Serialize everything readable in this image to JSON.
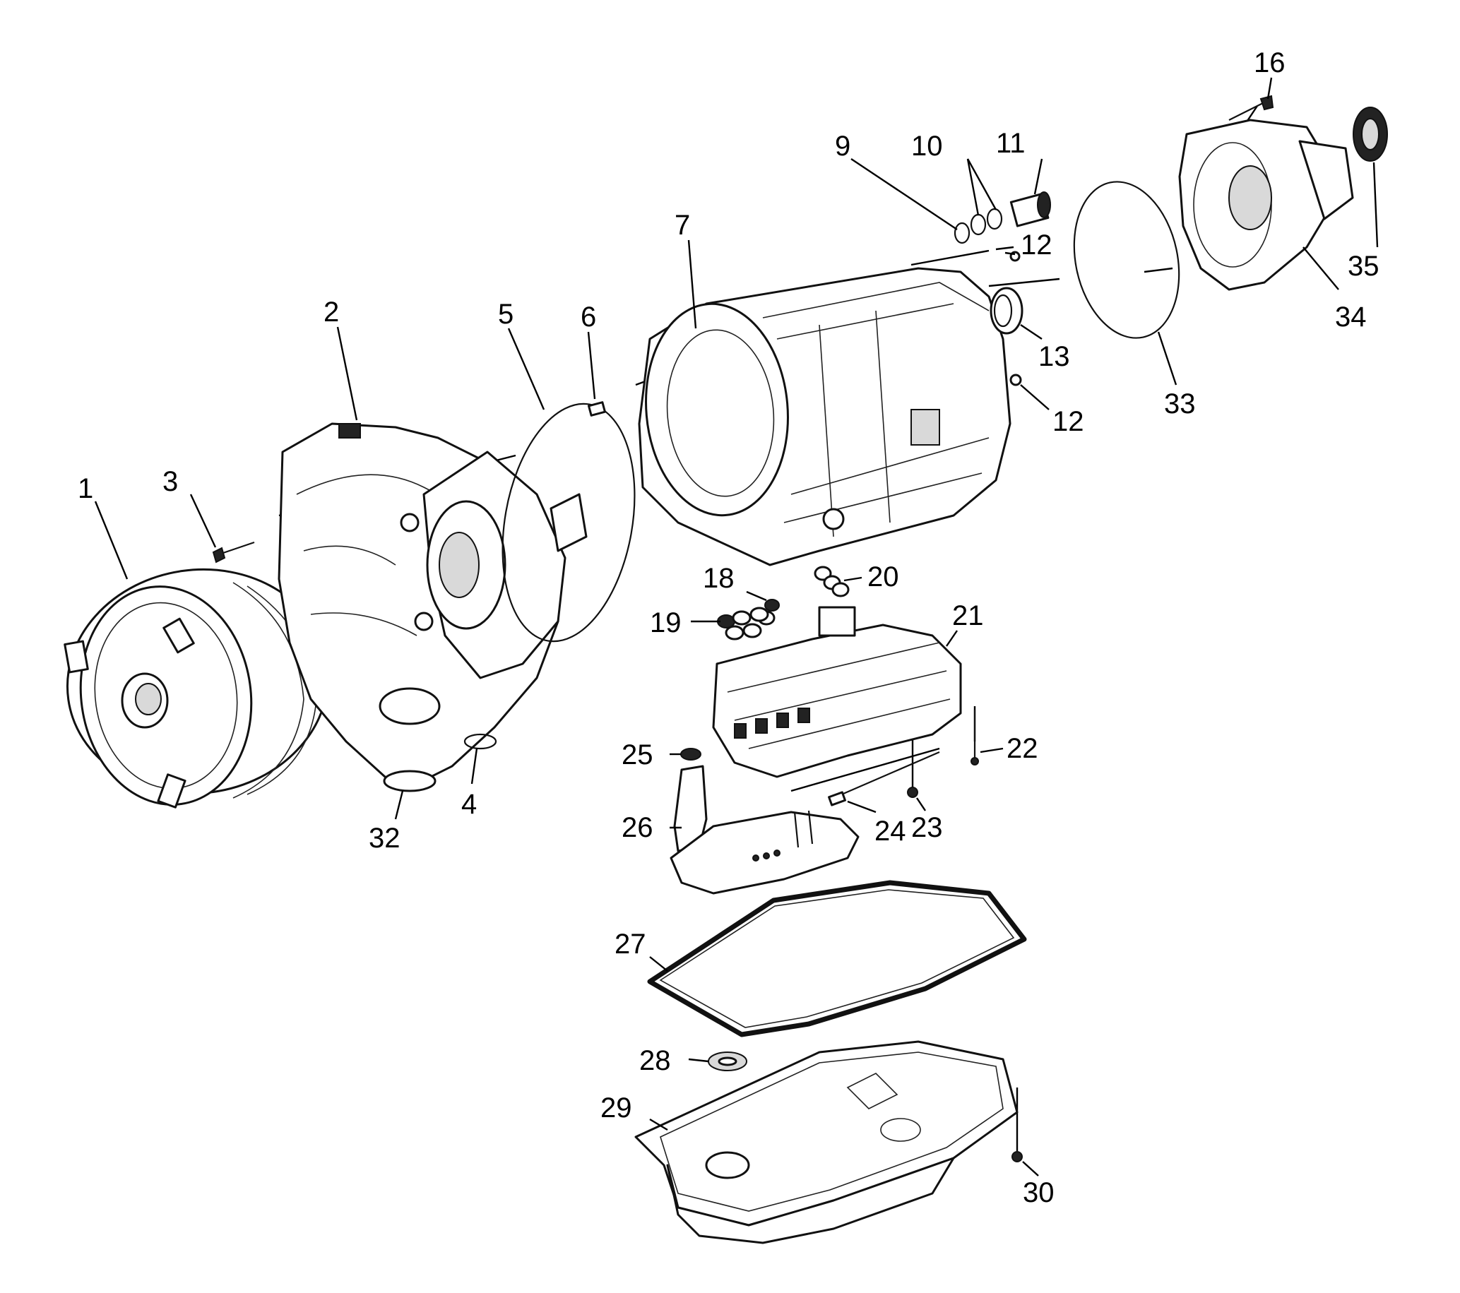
{
  "diagram": {
    "type": "exploded-parts-view",
    "callouts": [
      "1",
      "2",
      "3",
      "4",
      "5",
      "6",
      "7",
      "9",
      "10",
      "11",
      "12",
      "12",
      "13",
      "16",
      "18",
      "19",
      "20",
      "21",
      "22",
      "23",
      "24",
      "25",
      "26",
      "27",
      "28",
      "29",
      "30",
      "32",
      "33",
      "34",
      "35"
    ]
  }
}
